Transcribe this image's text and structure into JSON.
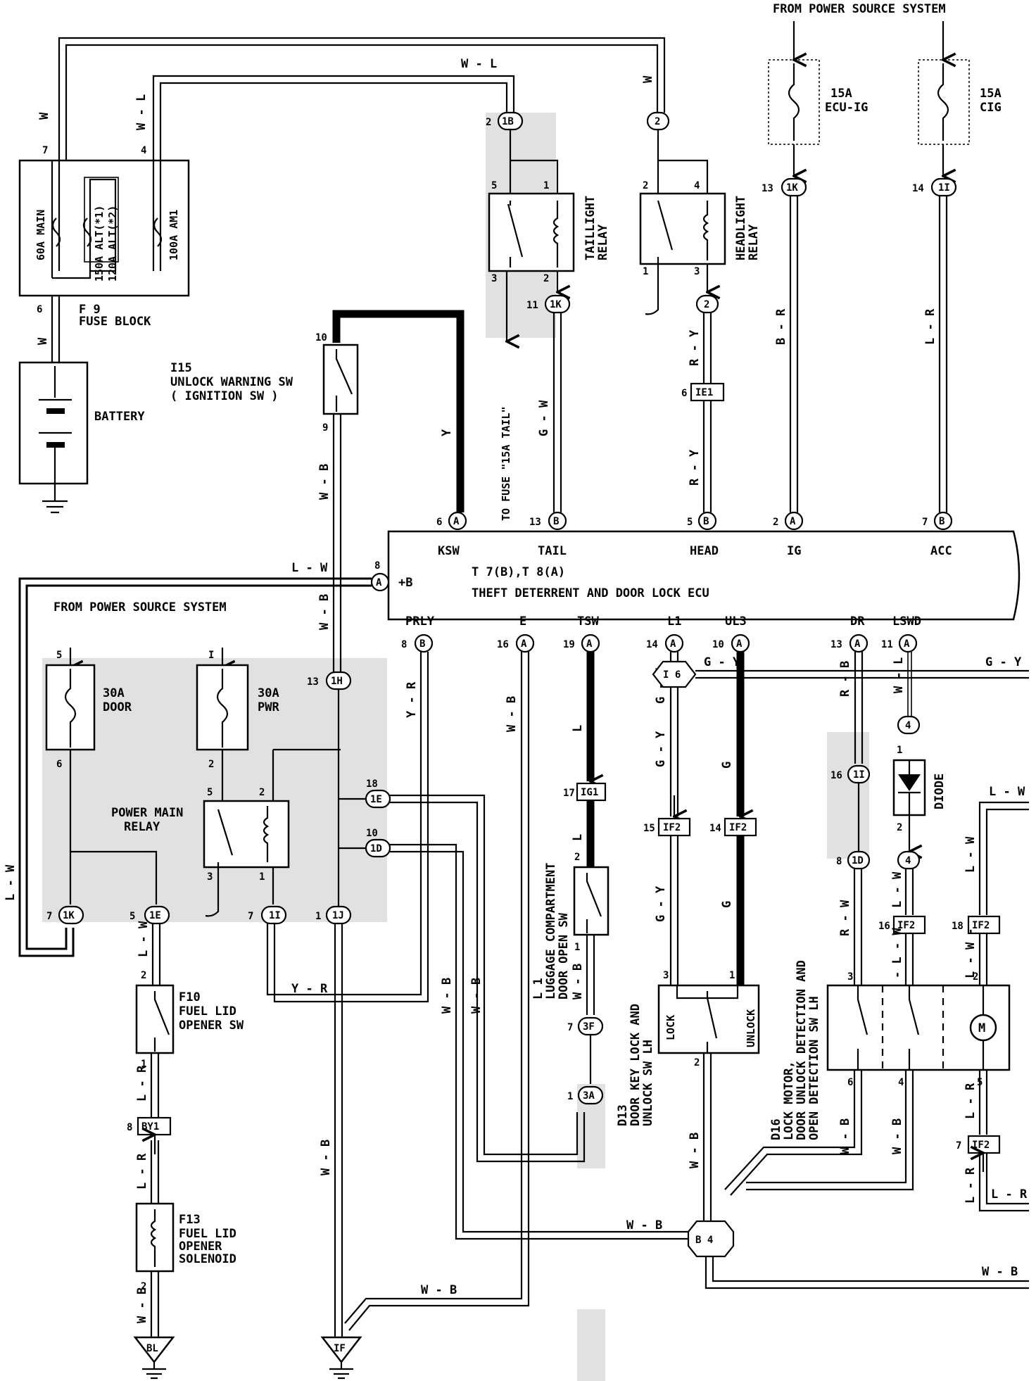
{
  "header": {
    "power_source_top": "FROM POWER SOURCE SYSTEM",
    "power_source_left": "FROM POWER SOURCE SYSTEM"
  },
  "fuses": {
    "ecu_ig": [
      "15A",
      "ECU-IG"
    ],
    "cig": [
      "15A",
      "CIG"
    ],
    "door": [
      "30A",
      "DOOR"
    ],
    "pwr": [
      "30A",
      "PWR"
    ],
    "main": "60A MAIN",
    "alt1": "150A ALT(*1)",
    "alt2": "120A ALT(*2)",
    "am1": "100A AM1"
  },
  "components": {
    "fuse_block": [
      "F 9",
      "FUSE BLOCK"
    ],
    "battery": "BATTERY",
    "unlock_sw": [
      "I15",
      "UNLOCK WARNING SW",
      "( IGNITION SW )"
    ],
    "taillight_relay": [
      "TAILLIGHT",
      "RELAY"
    ],
    "headlight_relay": [
      "HEADLIGHT",
      "RELAY"
    ],
    "to_fuse": "TO FUSE \"15A TAIL\"",
    "ecu_ref": "T 7(B),T 8(A)",
    "ecu_name": "THEFT DETERRENT AND DOOR LOCK ECU",
    "power_main_relay": [
      "POWER MAIN",
      "RELAY"
    ],
    "fuel_lid_sw": [
      "F10",
      "FUEL LID",
      "OPENER SW"
    ],
    "fuel_lid_sol": [
      "F13",
      "FUEL LID",
      "OPENER",
      "SOLENOID"
    ],
    "luggage_sw": [
      "L 1",
      "LUGGAGE COMPARTMENT",
      "DOOR OPEN SW"
    ],
    "door_key_sw": [
      "D13",
      "DOOR KEY LOCK AND",
      "UNLOCK SW LH"
    ],
    "lock_motor": [
      "D16",
      "LOCK MOTOR,",
      "DOOR UNLOCK DETECTION AND",
      "OPEN DETECTION SW LH"
    ],
    "diode": "DIODE",
    "lock": "LOCK",
    "unlock": "UNLOCK",
    "motor": "M"
  },
  "ecu_terminals": {
    "ksw": "KSW",
    "tail": "TAIL",
    "head": "HEAD",
    "ig": "IG",
    "acc": "ACC",
    "plusb": "+B",
    "prly": "PRLY",
    "e": "E",
    "tsw": "TSW",
    "l1": "L1",
    "ul3": "UL3",
    "dr": "DR",
    "lswd": "LSWD"
  },
  "wire_colors": {
    "w": "W",
    "wl": "W - L",
    "br": "B - R",
    "lr": "L - R",
    "y": "Y",
    "gw": "G - W",
    "ry": "R - Y",
    "lw": "L - W",
    "wb": "W - B",
    "yr": "Y - R",
    "l": "L",
    "gy": "G - Y",
    "g": "G",
    "rb": "R - B",
    "rw": "R - W",
    "lw_dash": "- L - W",
    "lw_dash2": "L - W -"
  },
  "connectors": {
    "c1B": "1B",
    "c2": "2",
    "c1K": "1K",
    "c1I": "1I",
    "cIE1": "IE1",
    "c1H": "1H",
    "c1E": "1E",
    "c1D": "1D",
    "c1J": "1J",
    "cIG1": "IG1",
    "cIF2": "IF2",
    "c3F": "3F",
    "c3A": "3A",
    "cBY1": "BY1",
    "cI6": "I 6",
    "c4": "4",
    "cB4": "B 4",
    "cBL": "BL",
    "cIF": "IF",
    "A": "A",
    "B": "B"
  },
  "pins": {
    "p1": "1",
    "p2": "2",
    "p3": "3",
    "p4": "4",
    "p5": "5",
    "p6": "6",
    "p7": "7",
    "p8": "8",
    "p9": "9",
    "p10": "10",
    "p11": "11",
    "p13": "13",
    "p14": "14",
    "p15": "15",
    "p16": "16",
    "p17": "17",
    "p18": "18",
    "p19": "19",
    "pI": "I"
  }
}
